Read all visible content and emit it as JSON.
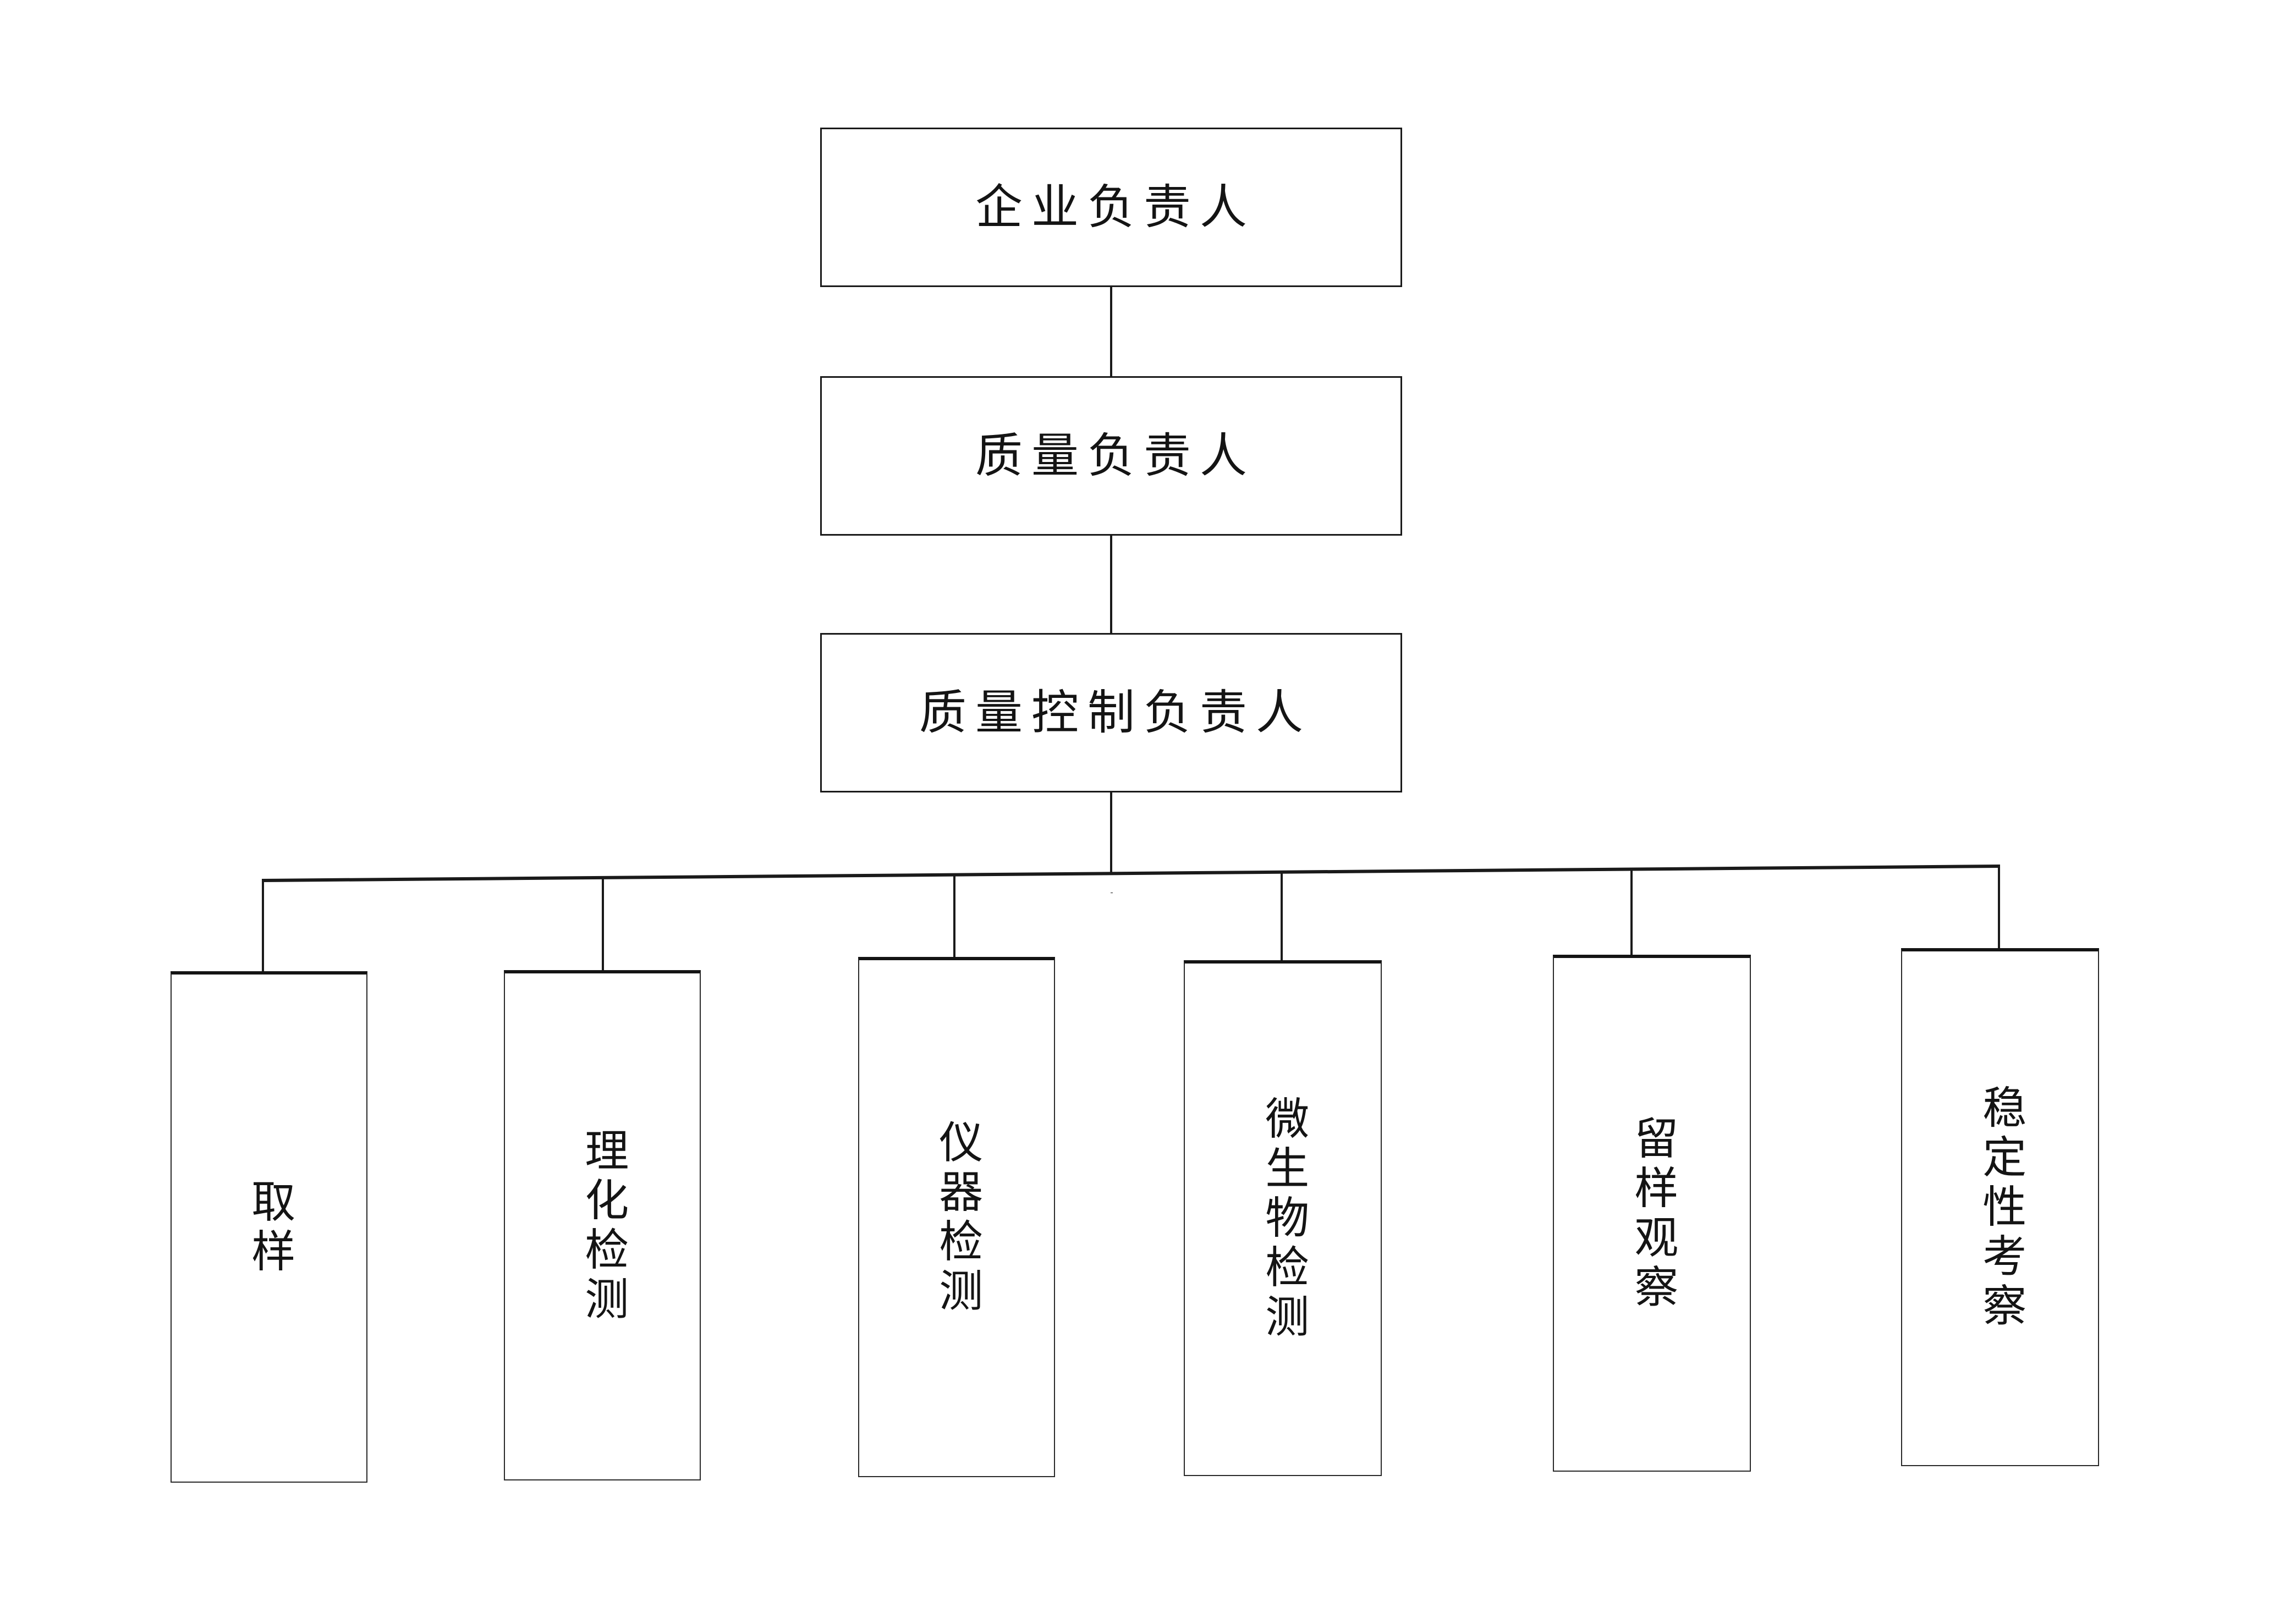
{
  "diagram": {
    "type": "organization-chart",
    "orientation": "top-down",
    "background_color": "#ffffff",
    "line_color": "#1a1a1a",
    "text_color": "#141414",
    "chain": [
      {
        "id": "enterprise-manager",
        "label": "企业负责人",
        "level": 1
      },
      {
        "id": "quality-manager",
        "label": "质量负责人",
        "level": 2
      },
      {
        "id": "quality-control-manager",
        "label": "质量控制负责人",
        "level": 3
      }
    ],
    "leaves": [
      {
        "id": "sampling",
        "label": "取样",
        "level": 4
      },
      {
        "id": "physicochemical-testing",
        "label": "理化检测",
        "level": 4
      },
      {
        "id": "instrument-testing",
        "label": "仪器检测",
        "level": 4
      },
      {
        "id": "microbiological-testing",
        "label": "微生物检测",
        "level": 4
      },
      {
        "id": "retained-sample-observation",
        "label": "留样观察",
        "level": 4
      },
      {
        "id": "stability-study",
        "label": "稳定性考察",
        "level": 4
      }
    ]
  }
}
